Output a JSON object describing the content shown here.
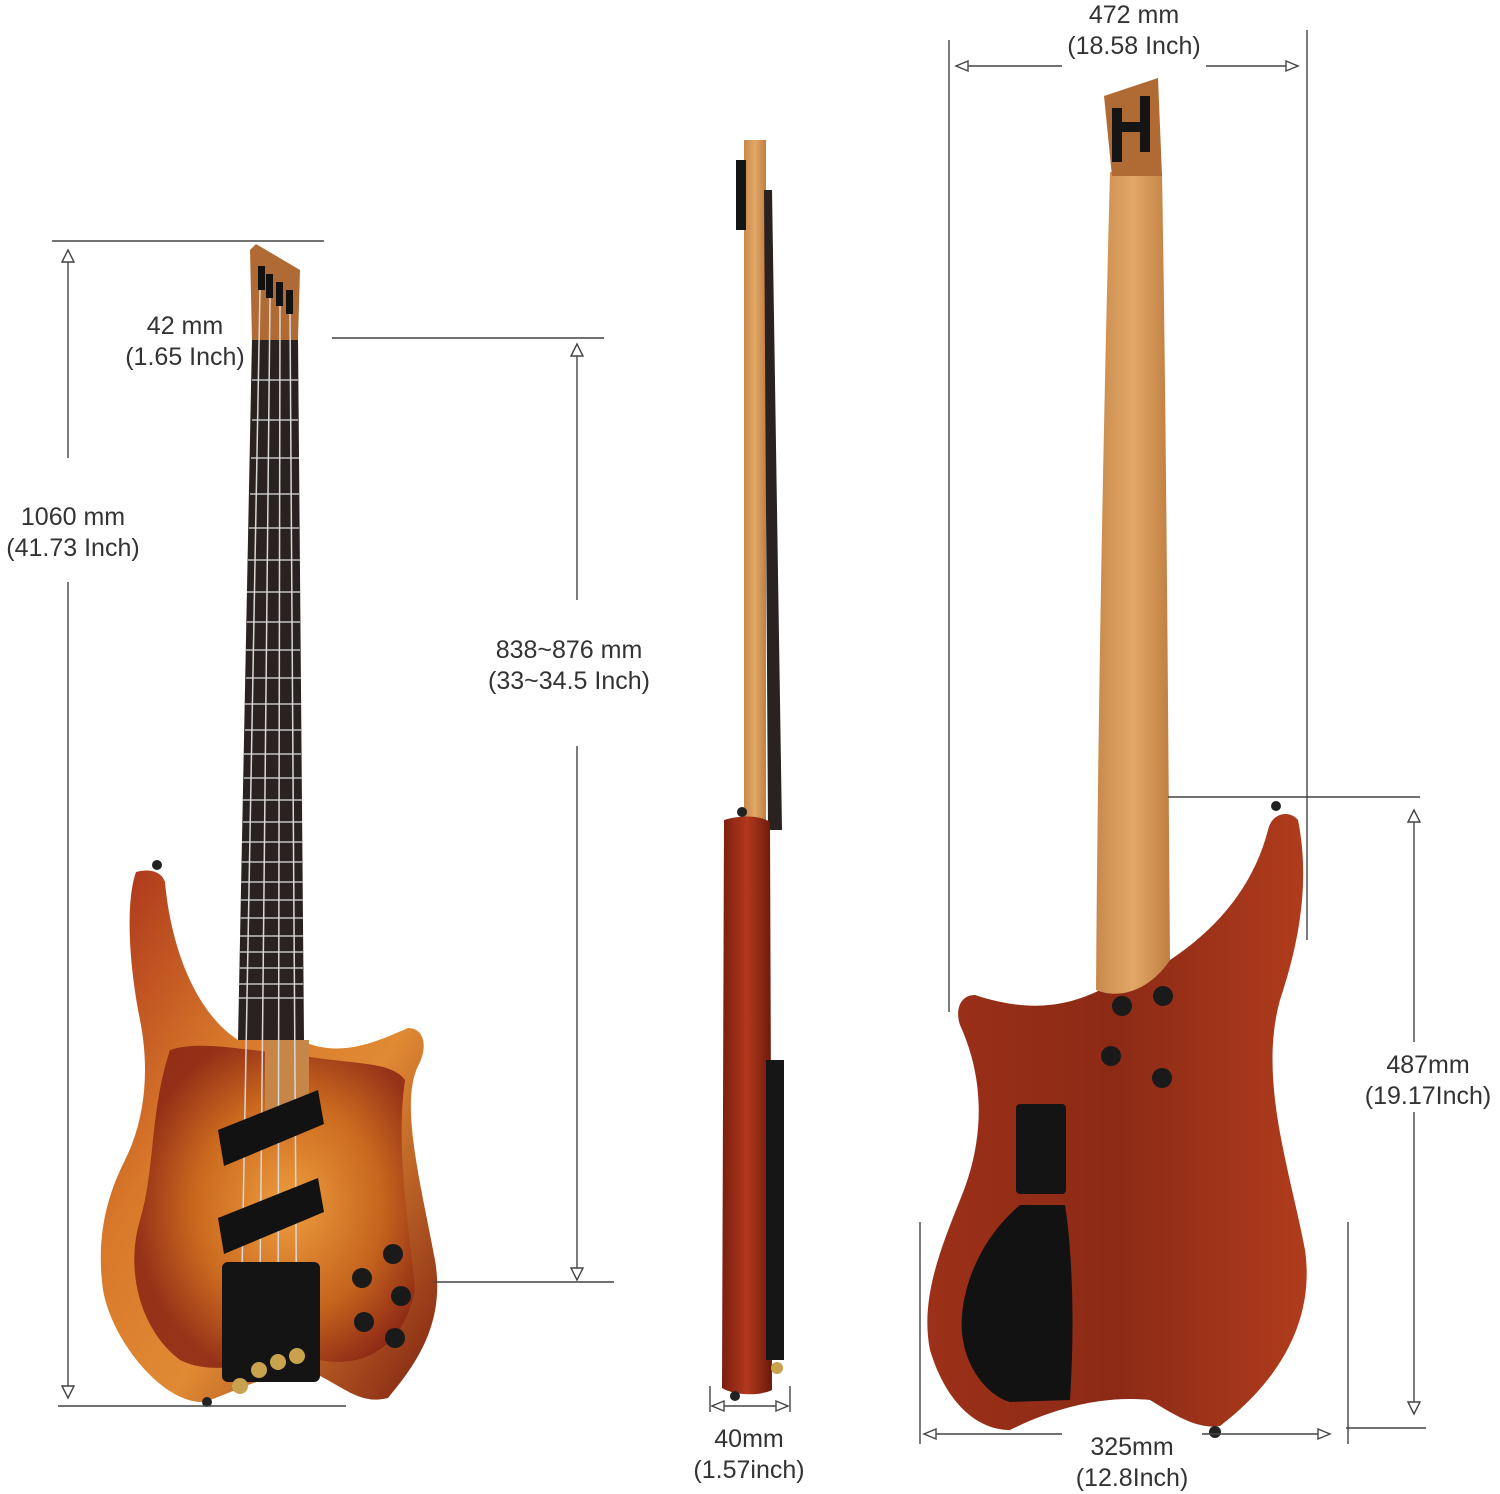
{
  "colors": {
    "background": "#ffffff",
    "line": "#333333",
    "maple_neck": "#d99c5e",
    "ebony": "#2a2220",
    "burst_orange": "#c8651c",
    "burst_red": "#8a2414",
    "back_red": "#8c2a16",
    "hardware_black": "#141414",
    "brass": "#c9a24e"
  },
  "dimensions": {
    "total_length": {
      "mm": "1060 mm",
      "inch": "(41.73 Inch)"
    },
    "nut_width": {
      "mm": "42 mm",
      "inch": "(1.65 Inch)"
    },
    "scale_length": {
      "mm": "838~876 mm",
      "inch": "(33~34.5 Inch)"
    },
    "thickness": {
      "mm": "40mm",
      "inch": "(1.57inch)"
    },
    "neck_length": {
      "mm": "472 mm",
      "inch": "(18.58 Inch)"
    },
    "body_length": {
      "mm": "487mm",
      "inch": "(19.17Inch)"
    },
    "body_width": {
      "mm": "325mm",
      "inch": "(12.8Inch)"
    }
  },
  "views": [
    "front",
    "side",
    "back"
  ]
}
